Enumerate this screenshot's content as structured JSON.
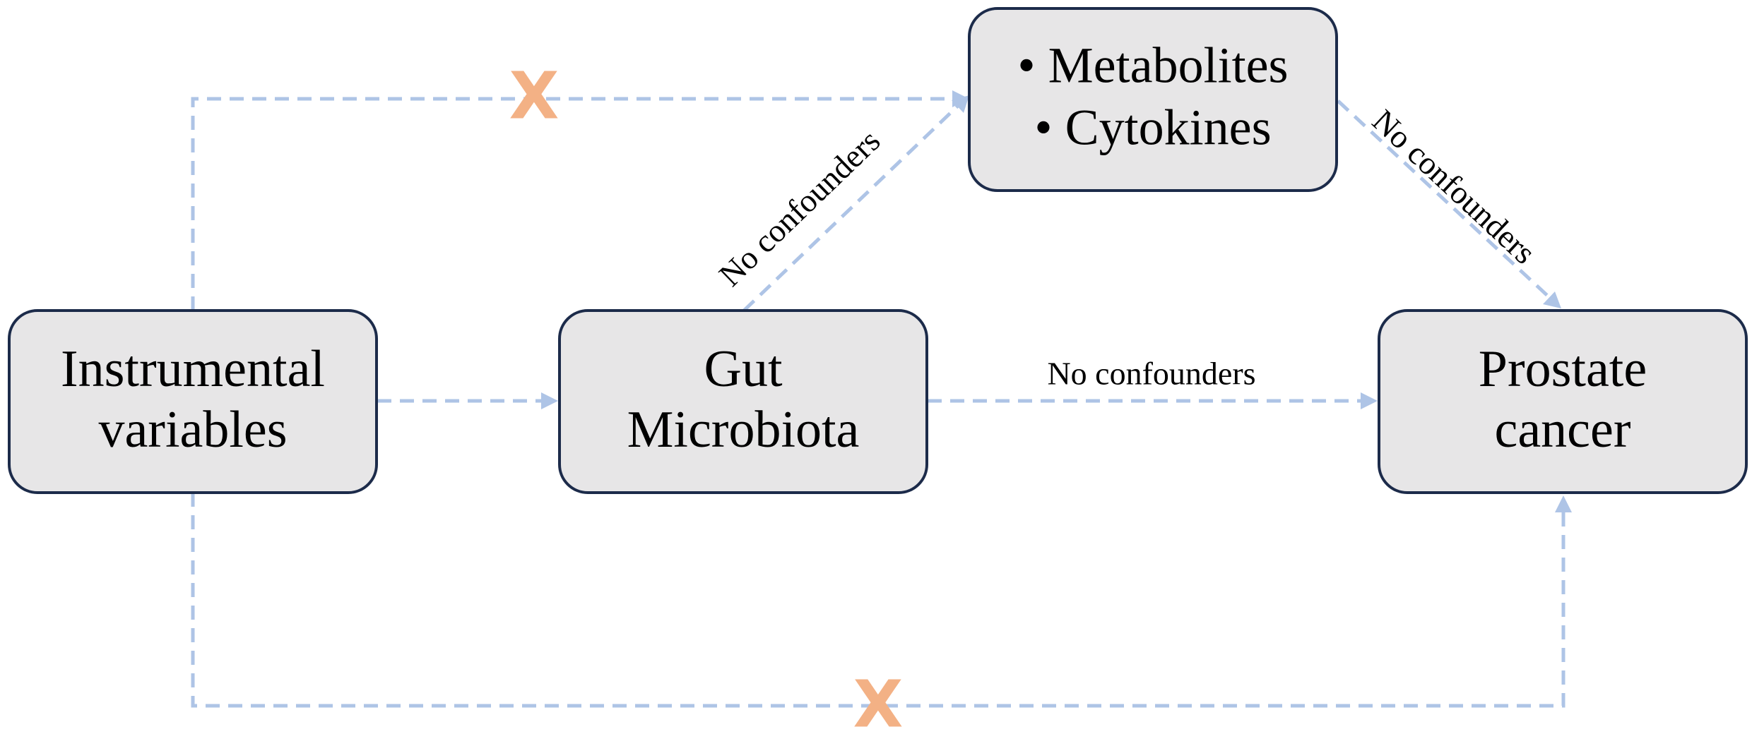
{
  "nodes": {
    "instrumental_variables": {
      "line1": "Instrumental",
      "line2": "variables"
    },
    "gut_microbiota": {
      "line1": "Gut",
      "line2": "Microbiota"
    },
    "mediators": {
      "item1": "• Metabolites",
      "item2": "• Cytokines"
    },
    "prostate_cancer": {
      "line1": "Prostate",
      "line2": "cancer"
    }
  },
  "edges": {
    "gut_to_mediators_label": "No confounders",
    "mediators_to_prostate_label": "No confounders",
    "gut_to_prostate_label": "No confounders",
    "blocked_marker": "X"
  },
  "colors": {
    "box_fill": "#e7e6e7",
    "box_border": "#1c2b4a",
    "arrow": "#aec4e6",
    "blocked_marker": "#f3b185"
  }
}
